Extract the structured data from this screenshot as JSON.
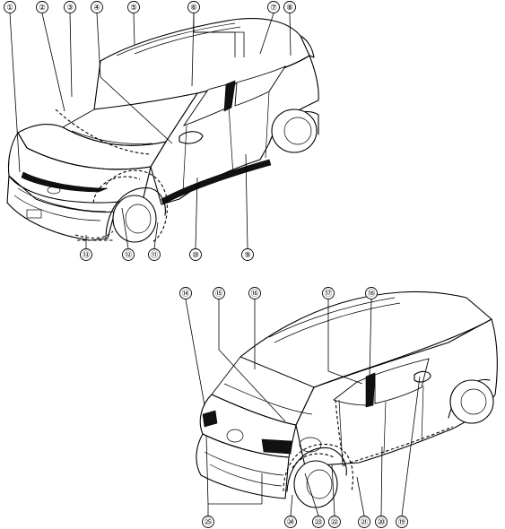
{
  "figures": [
    {
      "id": "front-view",
      "labels": [
        "①",
        "②",
        "③",
        "④",
        "⑤",
        "⑥",
        "⑦",
        "⑧",
        "⑨",
        "⑩",
        "⑪",
        "⑫",
        "⑬"
      ]
    },
    {
      "id": "rear-view",
      "labels": [
        "⑭",
        "⑮",
        "⑯",
        "⑰",
        "⑱",
        "⑲",
        "⑳",
        "㉑",
        "㉒",
        "㉓",
        "㉔",
        "㉕"
      ]
    }
  ]
}
